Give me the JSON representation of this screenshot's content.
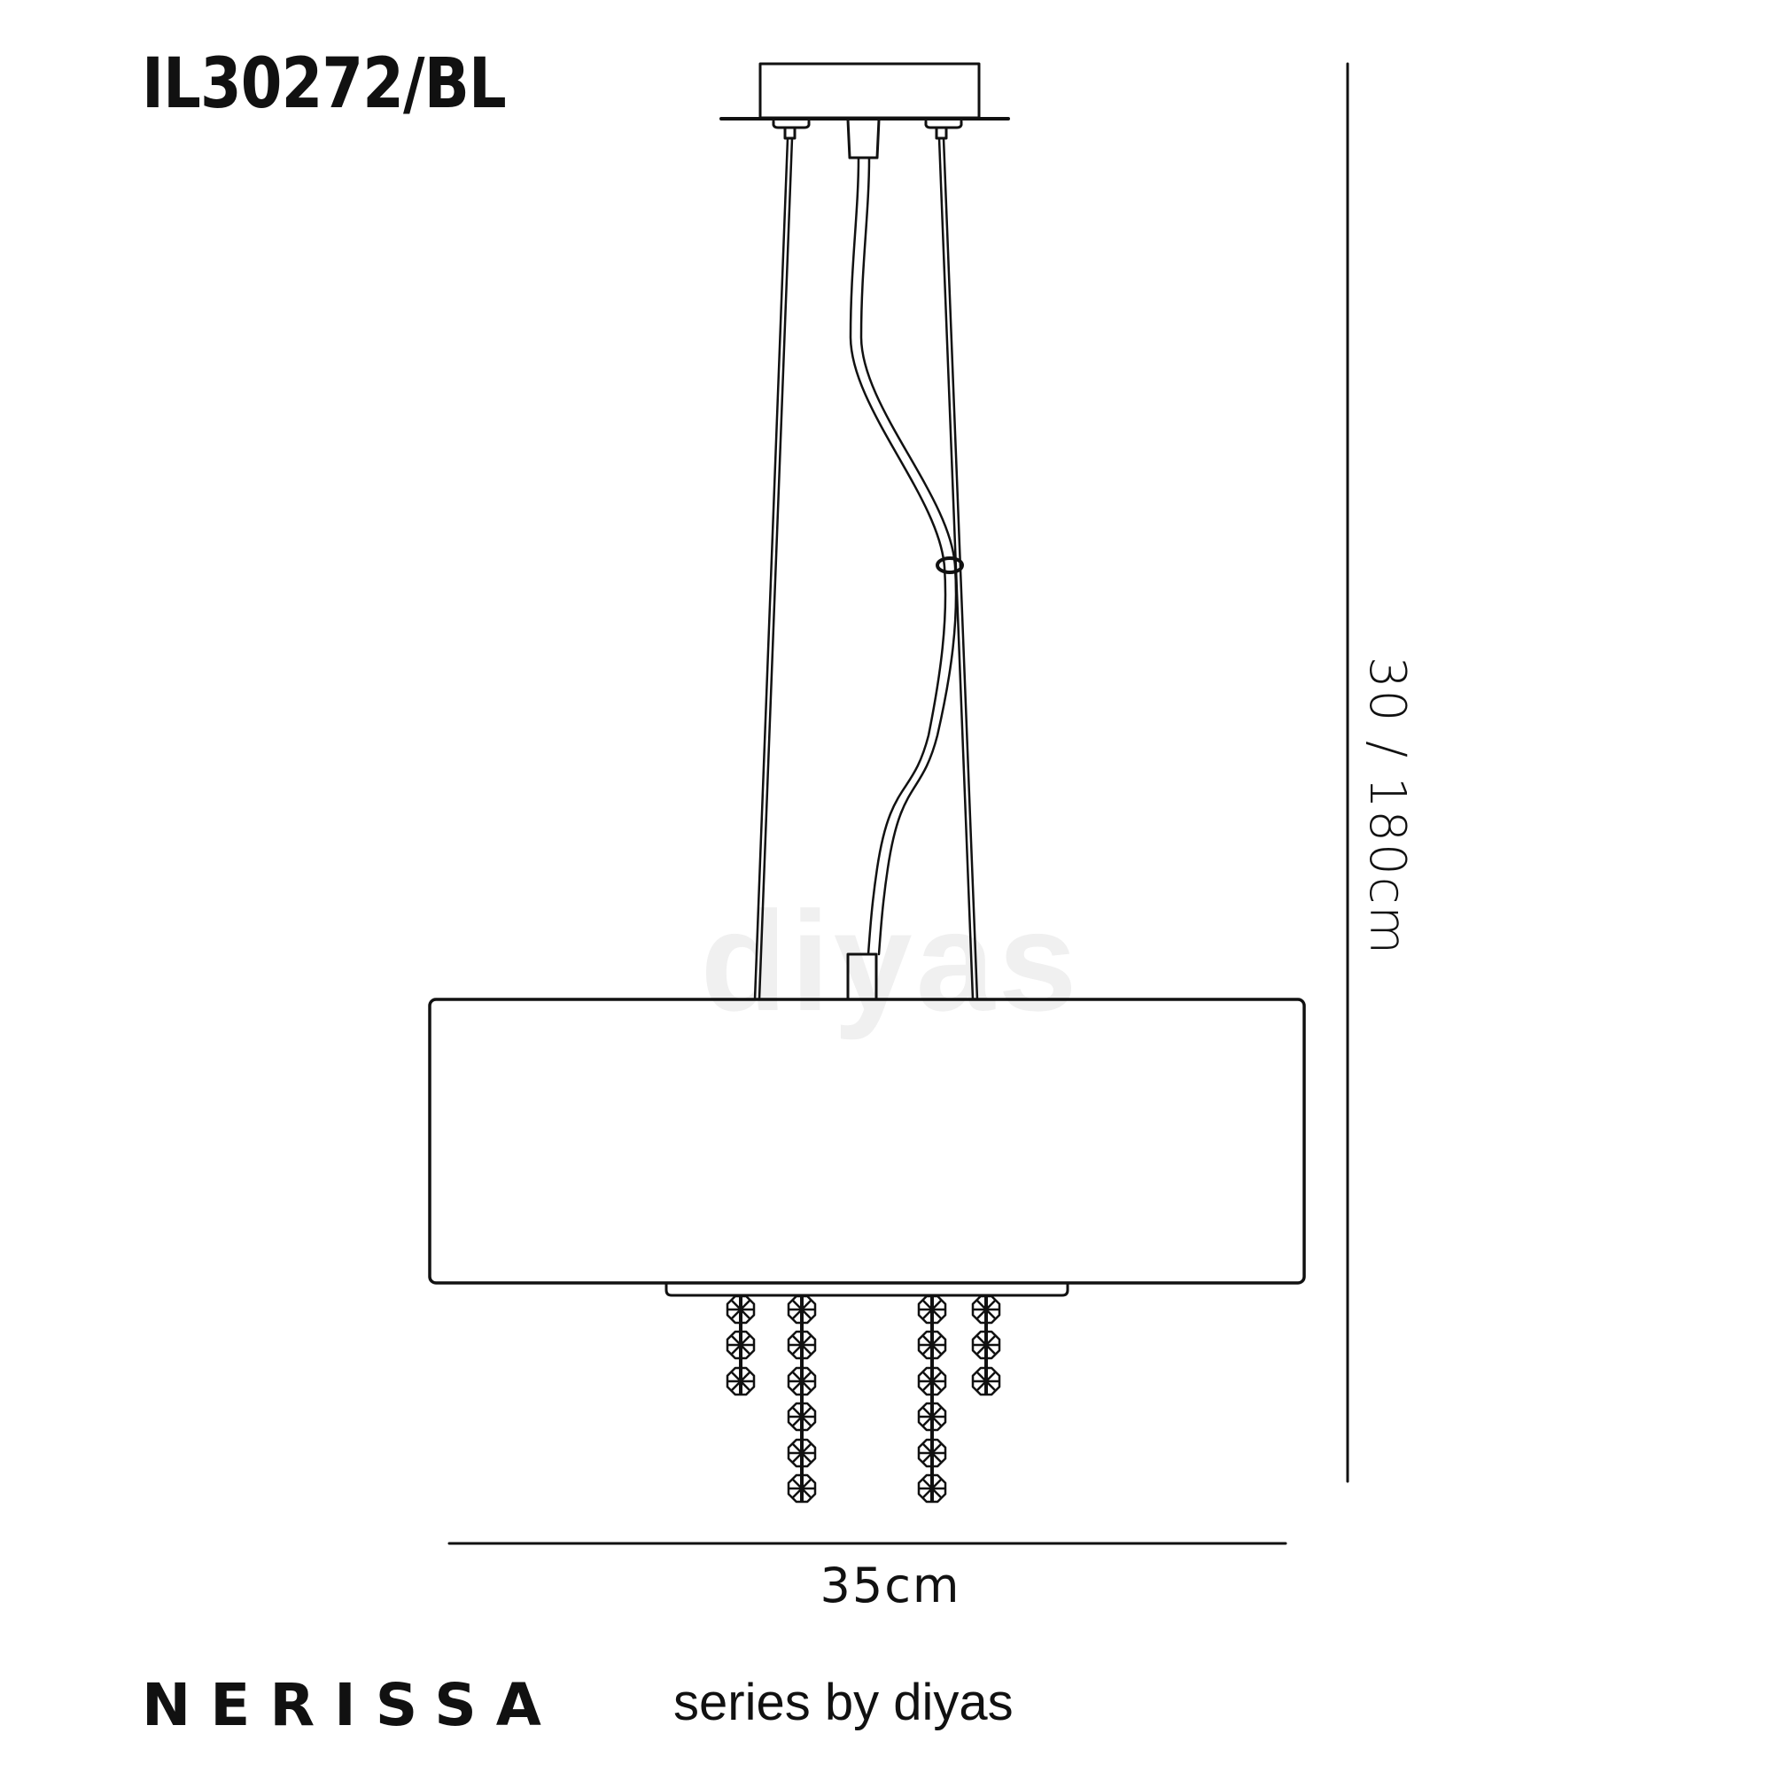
{
  "header": {
    "product_code": "IL30272/BL"
  },
  "footer": {
    "series_name": "NERISSA",
    "series_byline": "series by diyas"
  },
  "dimensions": {
    "height_label": "30 / 180cm",
    "width_label": "35cm"
  },
  "watermark": {
    "text": "diyas"
  },
  "drawing": {
    "subject": "pendant-light",
    "line_color": "#111111",
    "background": "#ffffff",
    "watermark_color": "#f0f0f0",
    "crystal_strands": [
      {
        "position": "far-left",
        "count": 3
      },
      {
        "position": "inner-left",
        "count": 6
      },
      {
        "position": "inner-right",
        "count": 6
      },
      {
        "position": "far-right",
        "count": 3
      }
    ]
  }
}
